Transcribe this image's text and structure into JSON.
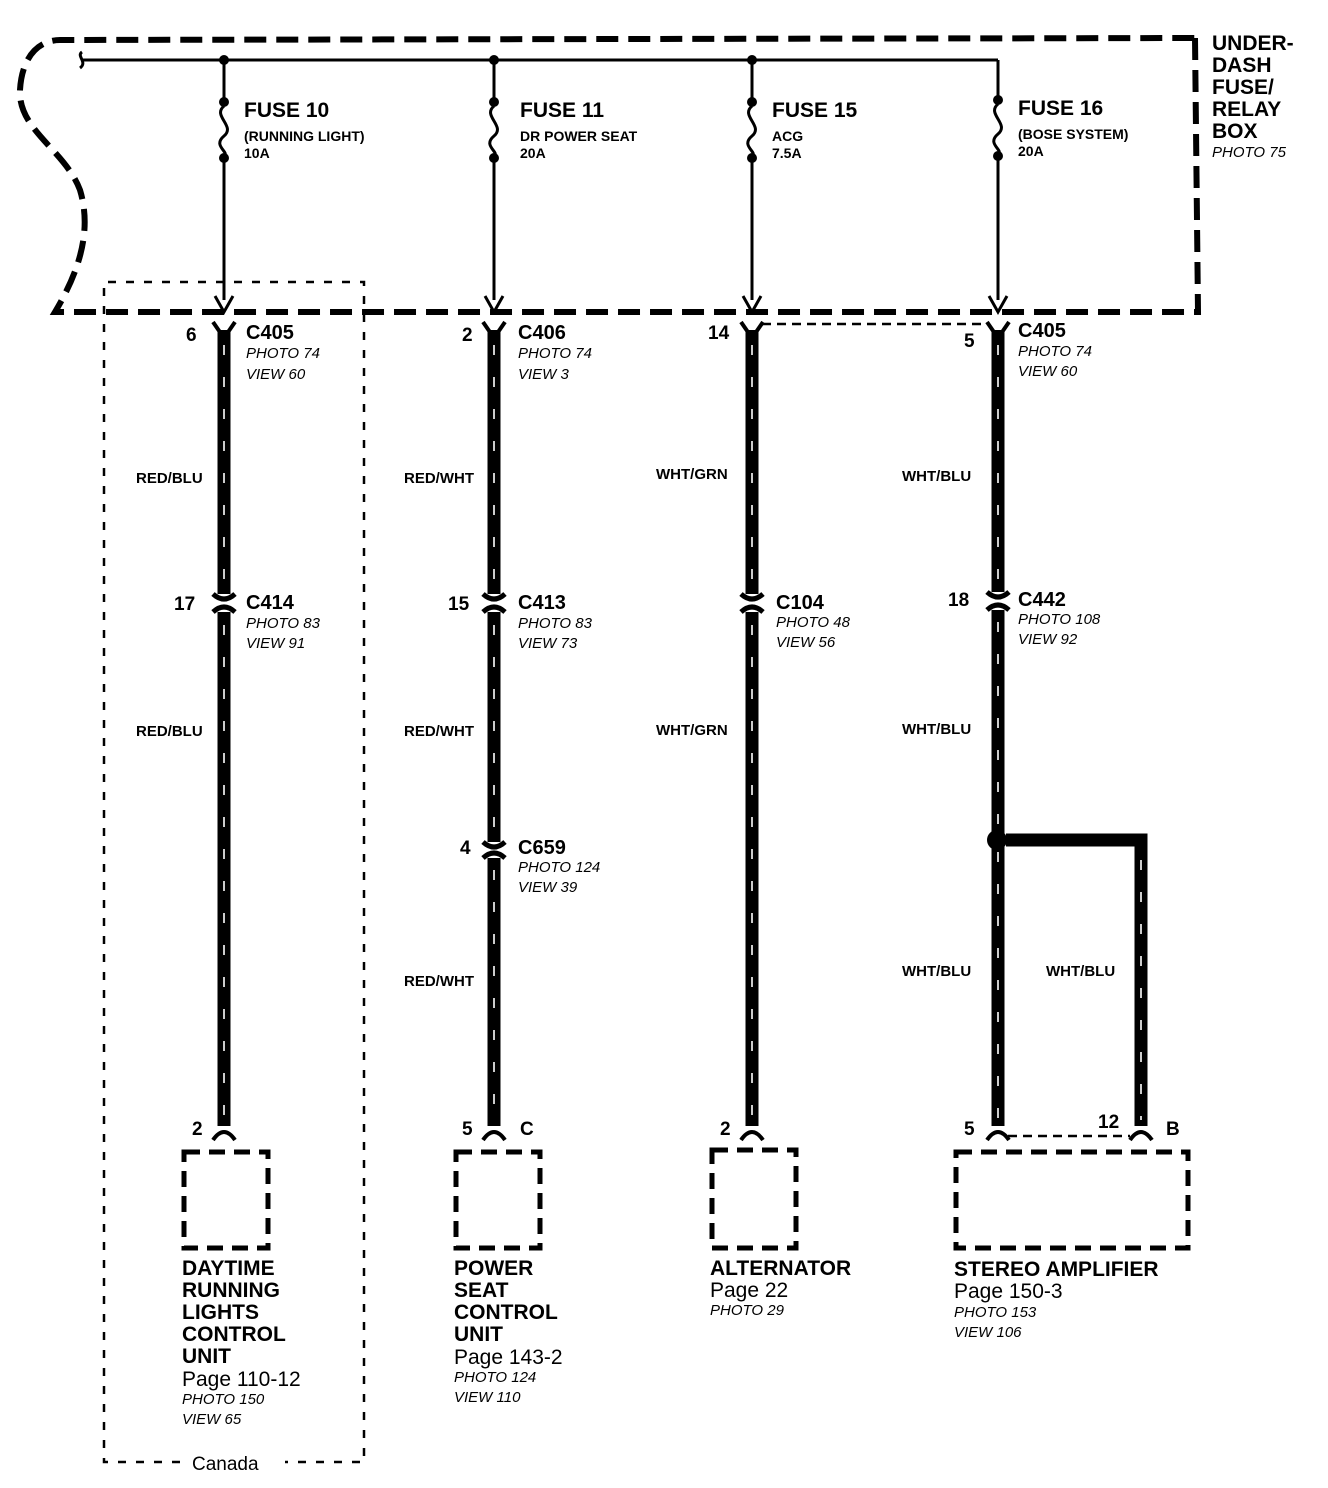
{
  "fuse_box": {
    "title_lines": [
      "UNDER-",
      "DASH",
      "FUSE/",
      "RELAY",
      "BOX"
    ],
    "photo": "PHOTO 75"
  },
  "fuses": [
    {
      "name": "FUSE 10",
      "desc": "(RUNNING LIGHT)",
      "rating": "10A"
    },
    {
      "name": "FUSE 11",
      "desc": "DR POWER SEAT",
      "rating": "20A"
    },
    {
      "name": "FUSE 15",
      "desc": "ACG",
      "rating": "7.5A"
    },
    {
      "name": "FUSE 16",
      "desc": "(BOSE SYSTEM)",
      "rating": "20A"
    }
  ],
  "connectors": [
    {
      "id": "C405",
      "pin": "6",
      "photo": "PHOTO 74",
      "view": "VIEW 60"
    },
    {
      "id": "C414",
      "pin": "17",
      "photo": "PHOTO 83",
      "view": "VIEW 91"
    },
    {
      "id": "C406",
      "pin": "2",
      "photo": "PHOTO 74",
      "view": "VIEW 3"
    },
    {
      "id": "C413",
      "pin": "15",
      "photo": "PHOTO 83",
      "view": "VIEW 73"
    },
    {
      "id": "C659",
      "pin": "4",
      "photo": "PHOTO 124",
      "view": "VIEW 39"
    },
    {
      "id": "14",
      "pin": "14",
      "photo": "",
      "view": ""
    },
    {
      "id": "C104",
      "pin": "",
      "photo": "PHOTO 48",
      "view": "VIEW 56"
    },
    {
      "id": "C405",
      "pin": "5",
      "photo": "PHOTO 74",
      "view": "VIEW 60"
    },
    {
      "id": "C442",
      "pin": "18",
      "photo": "PHOTO 108",
      "view": "VIEW 92"
    }
  ],
  "wires": [
    "RED/BLU",
    "RED/BLU",
    "RED/WHT",
    "RED/WHT",
    "RED/WHT",
    "WHT/GRN",
    "WHT/GRN",
    "WHT/BLU",
    "WHT/BLU",
    "WHT/BLU",
    "WHT/BLU"
  ],
  "terminals": [
    {
      "pin": "2",
      "letter": ""
    },
    {
      "pin": "5",
      "letter": "C"
    },
    {
      "pin": "2",
      "letter": ""
    },
    {
      "pin": "5",
      "letter": ""
    },
    {
      "pin": "12",
      "letter": "B"
    }
  ],
  "components": [
    {
      "name_lines": [
        "DAYTIME",
        "RUNNING",
        "LIGHTS",
        "CONTROL",
        "UNIT"
      ],
      "page": "Page 110-12",
      "photo": "PHOTO 150",
      "view": "VIEW 65"
    },
    {
      "name_lines": [
        "POWER",
        "SEAT",
        "CONTROL",
        "UNIT"
      ],
      "page": "Page 143-2",
      "photo": "PHOTO 124",
      "view": "VIEW 110"
    },
    {
      "name_lines": [
        "ALTERNATOR"
      ],
      "page": "Page 22",
      "photo": "PHOTO 29",
      "view": ""
    },
    {
      "name_lines": [
        "STEREO AMPLIFIER"
      ],
      "page": "Page 150-3",
      "photo": "PHOTO 153",
      "view": "VIEW 106"
    }
  ],
  "region_label": "Canada"
}
